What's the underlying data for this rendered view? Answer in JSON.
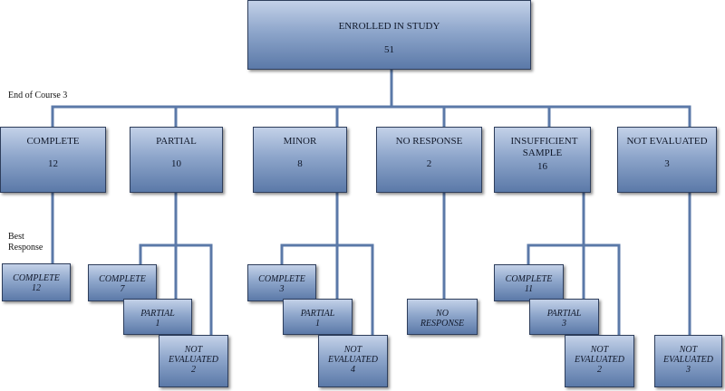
{
  "root": {
    "title": "ENROLLED IN STUDY",
    "count": "51"
  },
  "labels": {
    "end_of_course": "End of Course 3",
    "best_response_1": "Best",
    "best_response_2": "Response"
  },
  "groups": [
    {
      "title": "COMPLETE",
      "count": "12",
      "children": [
        {
          "title": "COMPLETE",
          "count": "12"
        }
      ]
    },
    {
      "title": "PARTIAL",
      "count": "10",
      "children": [
        {
          "title": "COMPLETE",
          "count": "7"
        },
        {
          "title": "PARTIAL",
          "count": "1"
        },
        {
          "title": "NOT EVALUATED",
          "count": "2"
        }
      ]
    },
    {
      "title": "MINOR",
      "count": "8",
      "children": [
        {
          "title": "COMPLETE",
          "count": "3"
        },
        {
          "title": "PARTIAL",
          "count": "1"
        },
        {
          "title": "NOT EVALUATED",
          "count": "4"
        }
      ]
    },
    {
      "title": "NO RESPONSE",
      "count": "2",
      "children": [
        {
          "title": "NO RESPONSE",
          "count": ""
        }
      ]
    },
    {
      "title": "INSUFFICIENT SAMPLE",
      "count": "16",
      "children": [
        {
          "title": "COMPLETE",
          "count": "11"
        },
        {
          "title": "PARTIAL",
          "count": "3"
        },
        {
          "title": "NOT EVALUATED",
          "count": "2"
        }
      ]
    },
    {
      "title": "NOT EVALUATED",
      "count": "3",
      "children": [
        {
          "title": "NOT EVALUATED",
          "count": "3"
        }
      ]
    }
  ]
}
